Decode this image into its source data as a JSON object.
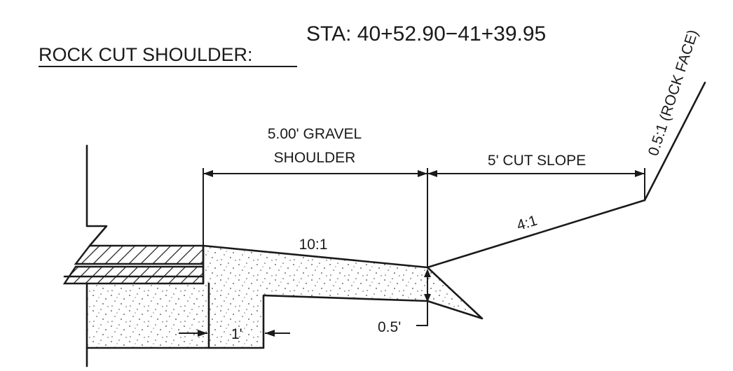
{
  "title": "ROCK CUT SHOULDER:",
  "station": "STA:  40+52.90−41+39.95",
  "labels": {
    "gravel_shoulder_line1": "5.00' GRAVEL",
    "gravel_shoulder_line2": "SHOULDER",
    "cut_slope": "5' CUT SLOPE",
    "rock_face": "0.5:1 (ROCK FACE)",
    "slope_shoulder": "10:1",
    "slope_cut": "4:1",
    "depth": "0.5'",
    "width_one_foot": "1'"
  }
}
